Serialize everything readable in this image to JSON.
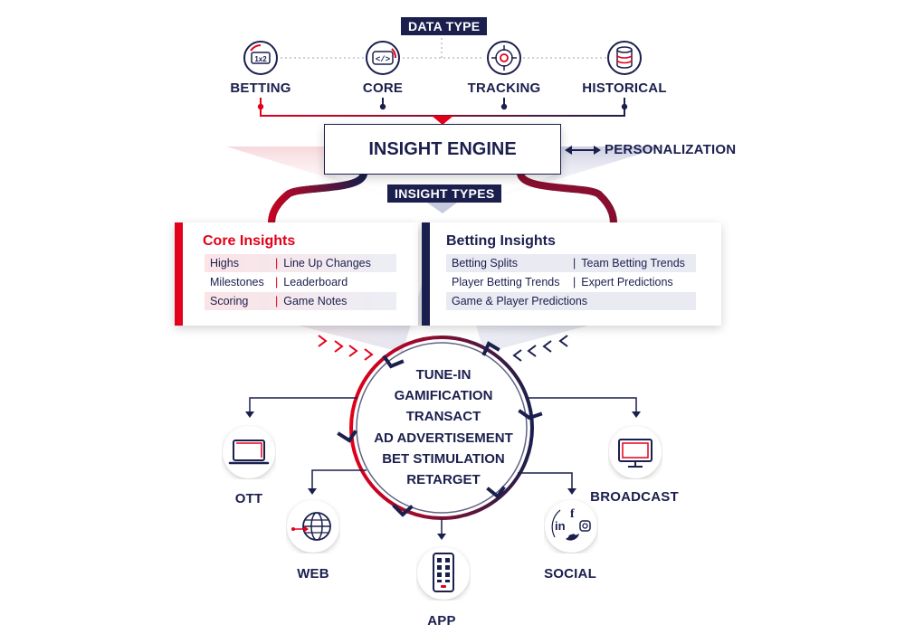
{
  "header": {
    "data_type_tag": "DATA TYPE"
  },
  "data_sources": [
    {
      "label": "BETTING",
      "icon": "betting-odds-icon",
      "icon_text": "1x2"
    },
    {
      "label": "CORE",
      "icon": "code-icon",
      "icon_text": "</>"
    },
    {
      "label": "TRACKING",
      "icon": "target-icon"
    },
    {
      "label": "HISTORICAL",
      "icon": "database-icon"
    }
  ],
  "engine": {
    "title": "INSIGHT ENGINE",
    "personalization": "PERSONALIZATION"
  },
  "insight_types_tag": "INSIGHT TYPES",
  "core_insights": {
    "title": "Core Insights",
    "rows": [
      [
        "Highs",
        "Line Up Changes"
      ],
      [
        "Milestones",
        "Leaderboard"
      ],
      [
        "Scoring",
        "Game Notes"
      ]
    ]
  },
  "betting_insights": {
    "title": "Betting Insights",
    "rows": [
      [
        "Betting Splits",
        "Team Betting Trends"
      ],
      [
        "Player Betting Trends",
        "Expert Predictions"
      ],
      [
        "Game & Player Predictions",
        ""
      ]
    ]
  },
  "outcomes": [
    "TUNE-IN",
    "GAMIFICATION",
    "TRANSACT",
    "AD ADVERTISEMENT",
    "BET STIMULATION",
    "RETARGET"
  ],
  "channels": [
    {
      "label": "OTT",
      "icon": "ott-tv-icon"
    },
    {
      "label": "WEB",
      "icon": "globe-icon"
    },
    {
      "label": "APP",
      "icon": "mobile-app-icon"
    },
    {
      "label": "SOCIAL",
      "icon": "social-media-icon",
      "icon_text": "in f"
    },
    {
      "label": "BROADCAST",
      "icon": "broadcast-tv-icon"
    }
  ],
  "colors": {
    "navy": "#1b1f4d",
    "red": "#e2001a"
  }
}
